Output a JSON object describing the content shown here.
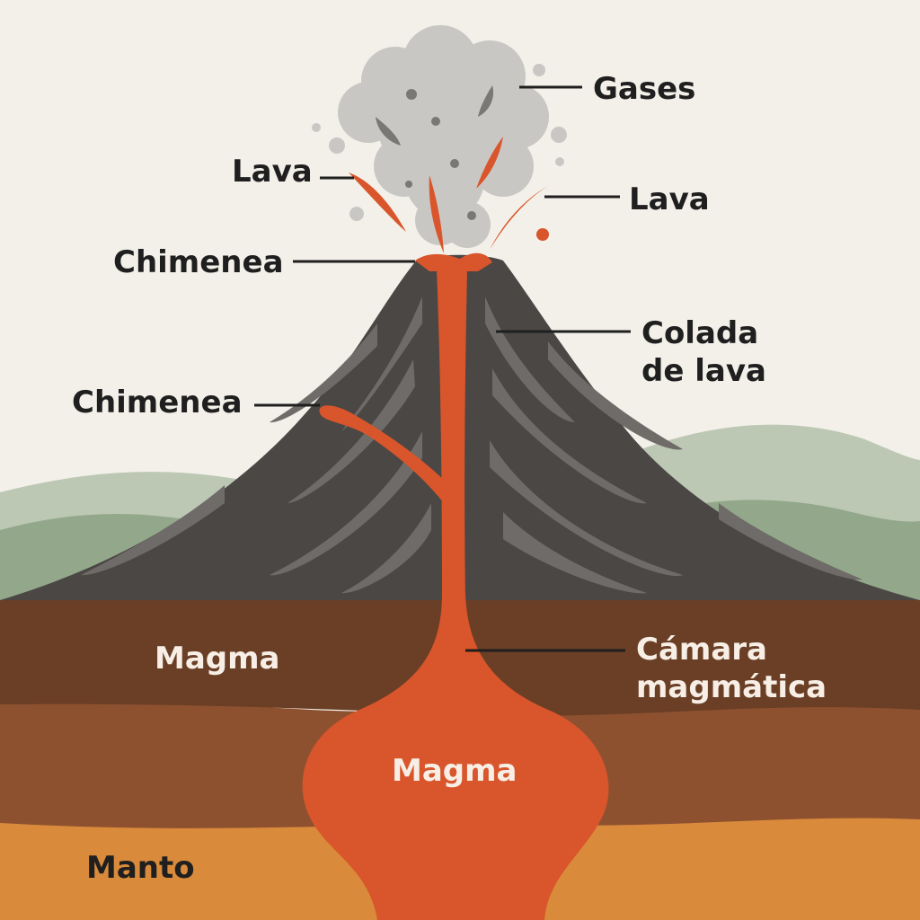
{
  "labels": {
    "gases": "Gases",
    "lava_left": "Lava",
    "lava_right": "Lava",
    "chimenea_top": "Chimenea",
    "chimenea_side": "Chimenea",
    "colada_line1": "Colada",
    "colada_line2": "de lava",
    "magma_layer": "Magma",
    "camara_line1": "Cámara",
    "camara_line2": "magmática",
    "magma_chamber": "Magma",
    "manto": "Manto"
  },
  "colors": {
    "background": "#f3f0e9",
    "hills_back": "#bcc8b4",
    "hills_front": "#93a88a",
    "volcano": "#4a4745",
    "volcano_streaks": "#6f6b68",
    "crust_top": "#6a3f26",
    "crust_mid": "#8e5130",
    "mantle": "#d98a3a",
    "magma": "#d9552b",
    "ash": "#c9c7c4",
    "ash_dark": "#7a7877",
    "text_dark": "#1f1f1f",
    "text_light": "#f7efe6"
  }
}
